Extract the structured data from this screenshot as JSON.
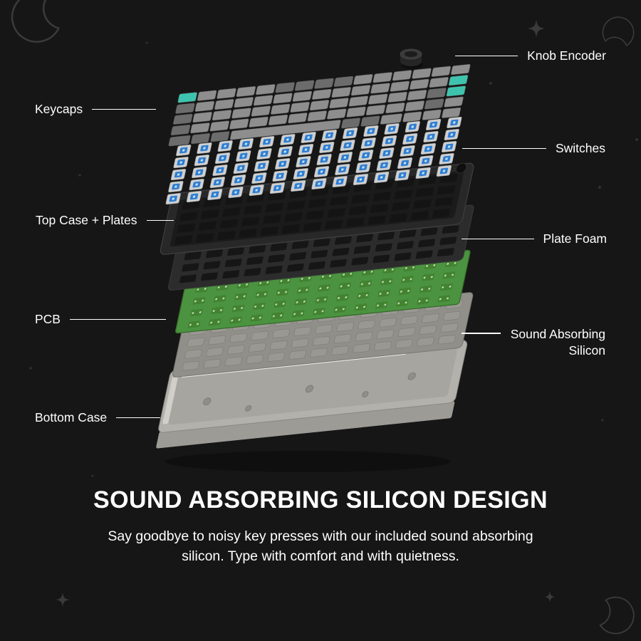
{
  "colors": {
    "background": "#161616",
    "text": "#ffffff",
    "decor_gray": "#3a3a3a",
    "accent_teal": "#3ec4ae",
    "key_gray": "#8e8e8e",
    "key_dark": "#6c6c6c",
    "switch_blue": "#2e7ed2",
    "pcb_green": "#4b9340",
    "silicon_gray": "#908f8a",
    "bottom_case": "#b3b1ac"
  },
  "diagram": {
    "labels_left": [
      {
        "text": "Keycaps"
      },
      {
        "text": "Top Case + Plates"
      },
      {
        "text": "PCB"
      },
      {
        "text": "Bottom Case"
      }
    ],
    "labels_right": [
      {
        "text": "Knob Encoder"
      },
      {
        "text": "Switches"
      },
      {
        "text": "Plate Foam"
      },
      {
        "text": "Sound Absorbing Silicon"
      }
    ]
  },
  "decor": {
    "icons": [
      "crescent-moon-icon",
      "sparkle-star-icon",
      "star-dot-icon"
    ]
  },
  "caption": {
    "title": "SOUND ABSORBING SILICON DESIGN",
    "body": "Say goodbye to noisy key presses with our included sound absorbing silicon. Type with comfort and with quietness."
  }
}
